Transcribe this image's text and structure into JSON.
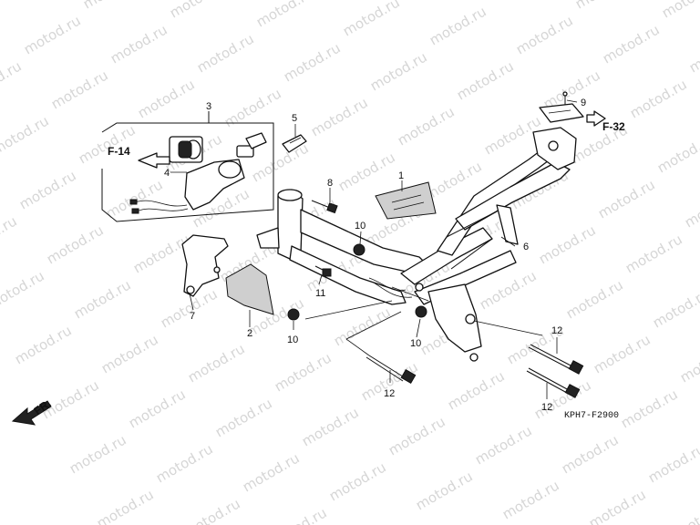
{
  "watermark": "motod.ru",
  "callouts": {
    "c1": "1",
    "c2": "2",
    "c3": "3",
    "c4": "4",
    "c5": "5",
    "c6": "6",
    "c7": "7",
    "c8": "8",
    "c9": "9",
    "c10a": "10",
    "c10b": "10",
    "c10c": "10",
    "c11": "11",
    "c12a": "12",
    "c12b": "12",
    "c12c": "12"
  },
  "references": {
    "f14": "F-14",
    "f32": "F-32",
    "front": "FR."
  },
  "diagram_code": "KPH7-F2900"
}
